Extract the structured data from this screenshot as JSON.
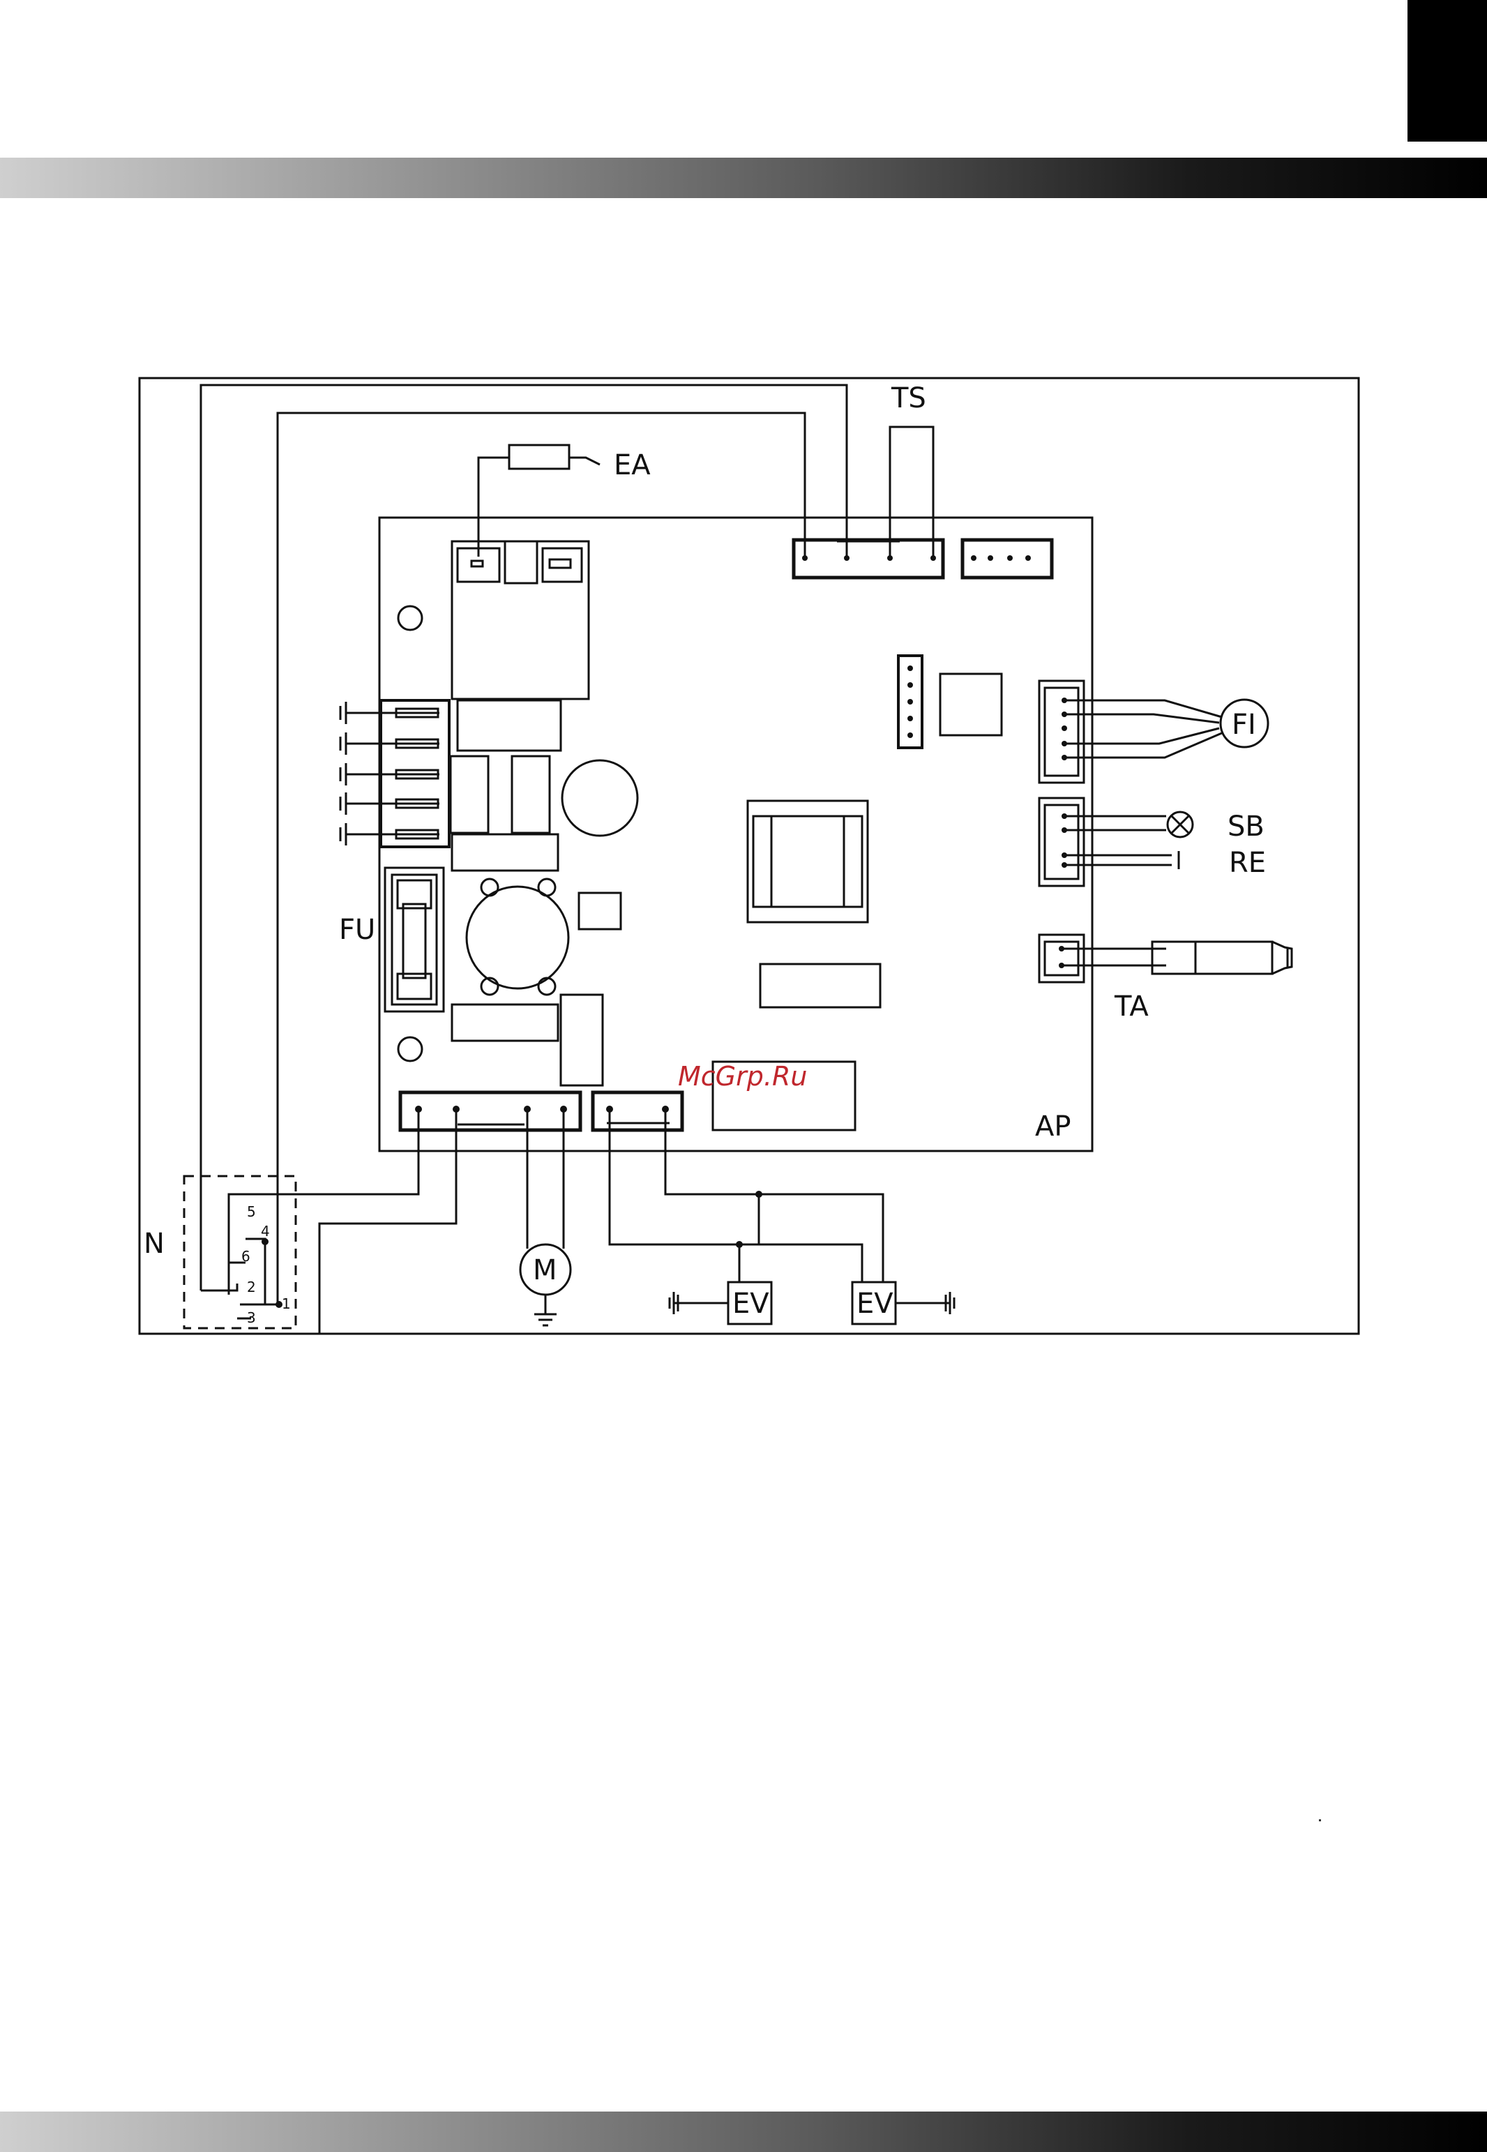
{
  "labels": {
    "ts": "TS",
    "ea": "EA",
    "fi": "FI",
    "sb": "SB",
    "re": "RE",
    "fu": "FU",
    "ta": "TA",
    "ap": "AP",
    "n": "N",
    "m": "M",
    "ev1": "EV",
    "ev2": "EV"
  },
  "switch_terminals": [
    "5",
    "4",
    "6",
    "2",
    "1",
    "3"
  ],
  "watermark": "McGrp.Ru"
}
